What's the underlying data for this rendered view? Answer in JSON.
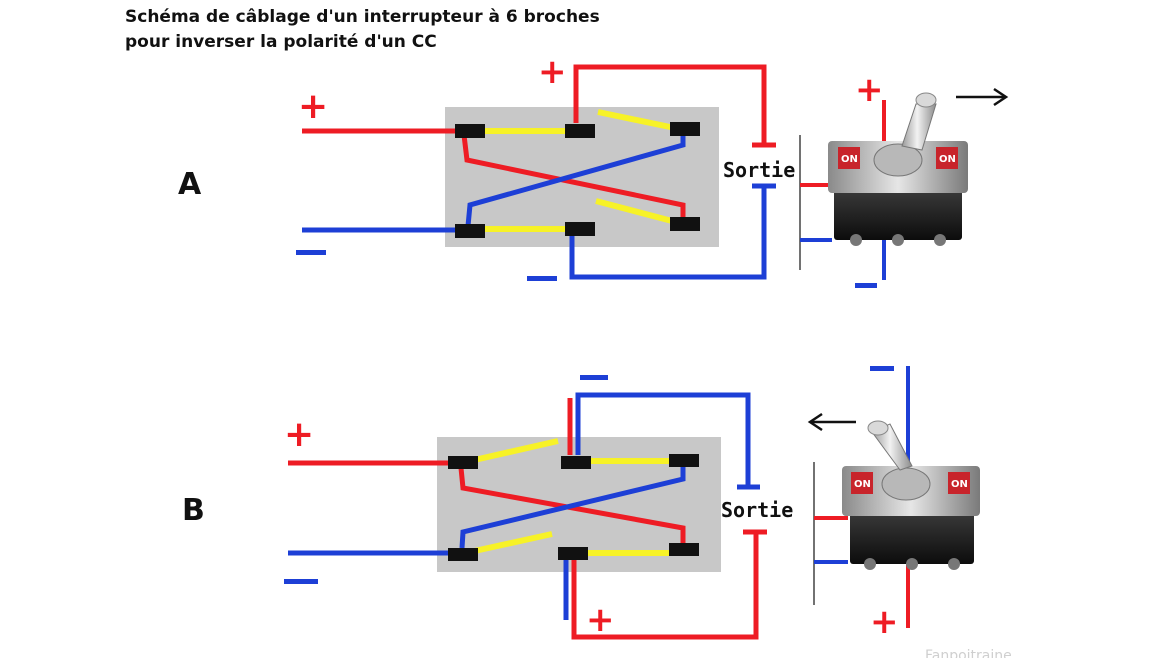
{
  "title": {
    "line1": "Schéma de câblage d'un interrupteur à 6 broches",
    "line2": "pour inverser la polarité d'un CC"
  },
  "sections": [
    {
      "label": "A",
      "output_label": "Sortie",
      "input_plus": "+",
      "input_minus": "−",
      "output_top_sign": "+",
      "output_bottom_sign": "−",
      "switch_top_sign": "+",
      "switch_bottom_sign": "−",
      "toggle_direction": "right",
      "switch_plate_text": "ON"
    },
    {
      "label": "B",
      "output_label": "Sortie",
      "input_plus": "+",
      "input_minus": "−",
      "output_top_sign": "−",
      "output_bottom_sign": "+",
      "switch_top_sign": "−",
      "switch_bottom_sign": "+",
      "toggle_direction": "left",
      "switch_plate_text": "ON"
    }
  ],
  "watermark": "Fanpoitraine",
  "colors": {
    "positive": "#ee1c24",
    "negative": "#1d3fd6",
    "link": "#f7f227",
    "panel": "#c8c8c8",
    "pin": "#111111"
  }
}
